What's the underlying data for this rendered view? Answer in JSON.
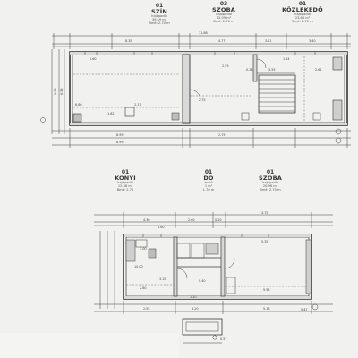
{
  "upper_plan": {
    "rooms": [
      {
        "number": "01",
        "name": "SZÍN",
        "floor": "hajópadló",
        "area": "39.49 m²",
        "height": "Bmé: 2.70 m"
      },
      {
        "number": "03",
        "name": "SZOBA",
        "floor": "hajópadló",
        "area": "32.09 m²",
        "height": "Bmé: 2.70 m"
      },
      {
        "number": "01",
        "name": "KÖZLEKEDŐ",
        "floor": "hajópadló",
        "area": "23.66 m²",
        "height": "Bmé: 2.70 m"
      }
    ],
    "dims": [
      "8.35",
      "11.88",
      "4.77",
      "3.11",
      "3.40",
      "5.60",
      "6.80",
      "2.17",
      "1.62",
      "2.59",
      "2.75",
      "0.28",
      "3.55",
      "2.61",
      "1.14",
      "8.99",
      "8.99",
      "2.75",
      "5.96",
      "6.53"
    ]
  },
  "lower_plan": {
    "rooms": [
      {
        "number": "01",
        "name": "KONYI",
        "floor": "hajópadló",
        "area": "12.38 m²",
        "height": "Bmé: 2.70"
      },
      {
        "number": "01",
        "name": "DŐ",
        "floor": "zsaló",
        "area": "1 m²",
        "height": "1.70 m"
      },
      {
        "number": "01",
        "name": "SZOBA",
        "floor": "hajópadló",
        "area": "20.96 m²",
        "height": "Bmé: 2.70 m"
      }
    ],
    "dims": [
      "4.30",
      "3.75",
      "0.20",
      "2.60",
      "1.60",
      "5.35",
      "3.00",
      "2.80",
      "3.15",
      "5.55",
      "0.40",
      "0.47",
      "0.57",
      "1.20",
      "2.55",
      "3.20",
      "10.00",
      "5.16"
    ]
  },
  "colors": {
    "ink": "#3a3a3a",
    "paper": "#f1f1ef",
    "wall": "#d9d9d9",
    "gridline": "#8a8a8a"
  }
}
